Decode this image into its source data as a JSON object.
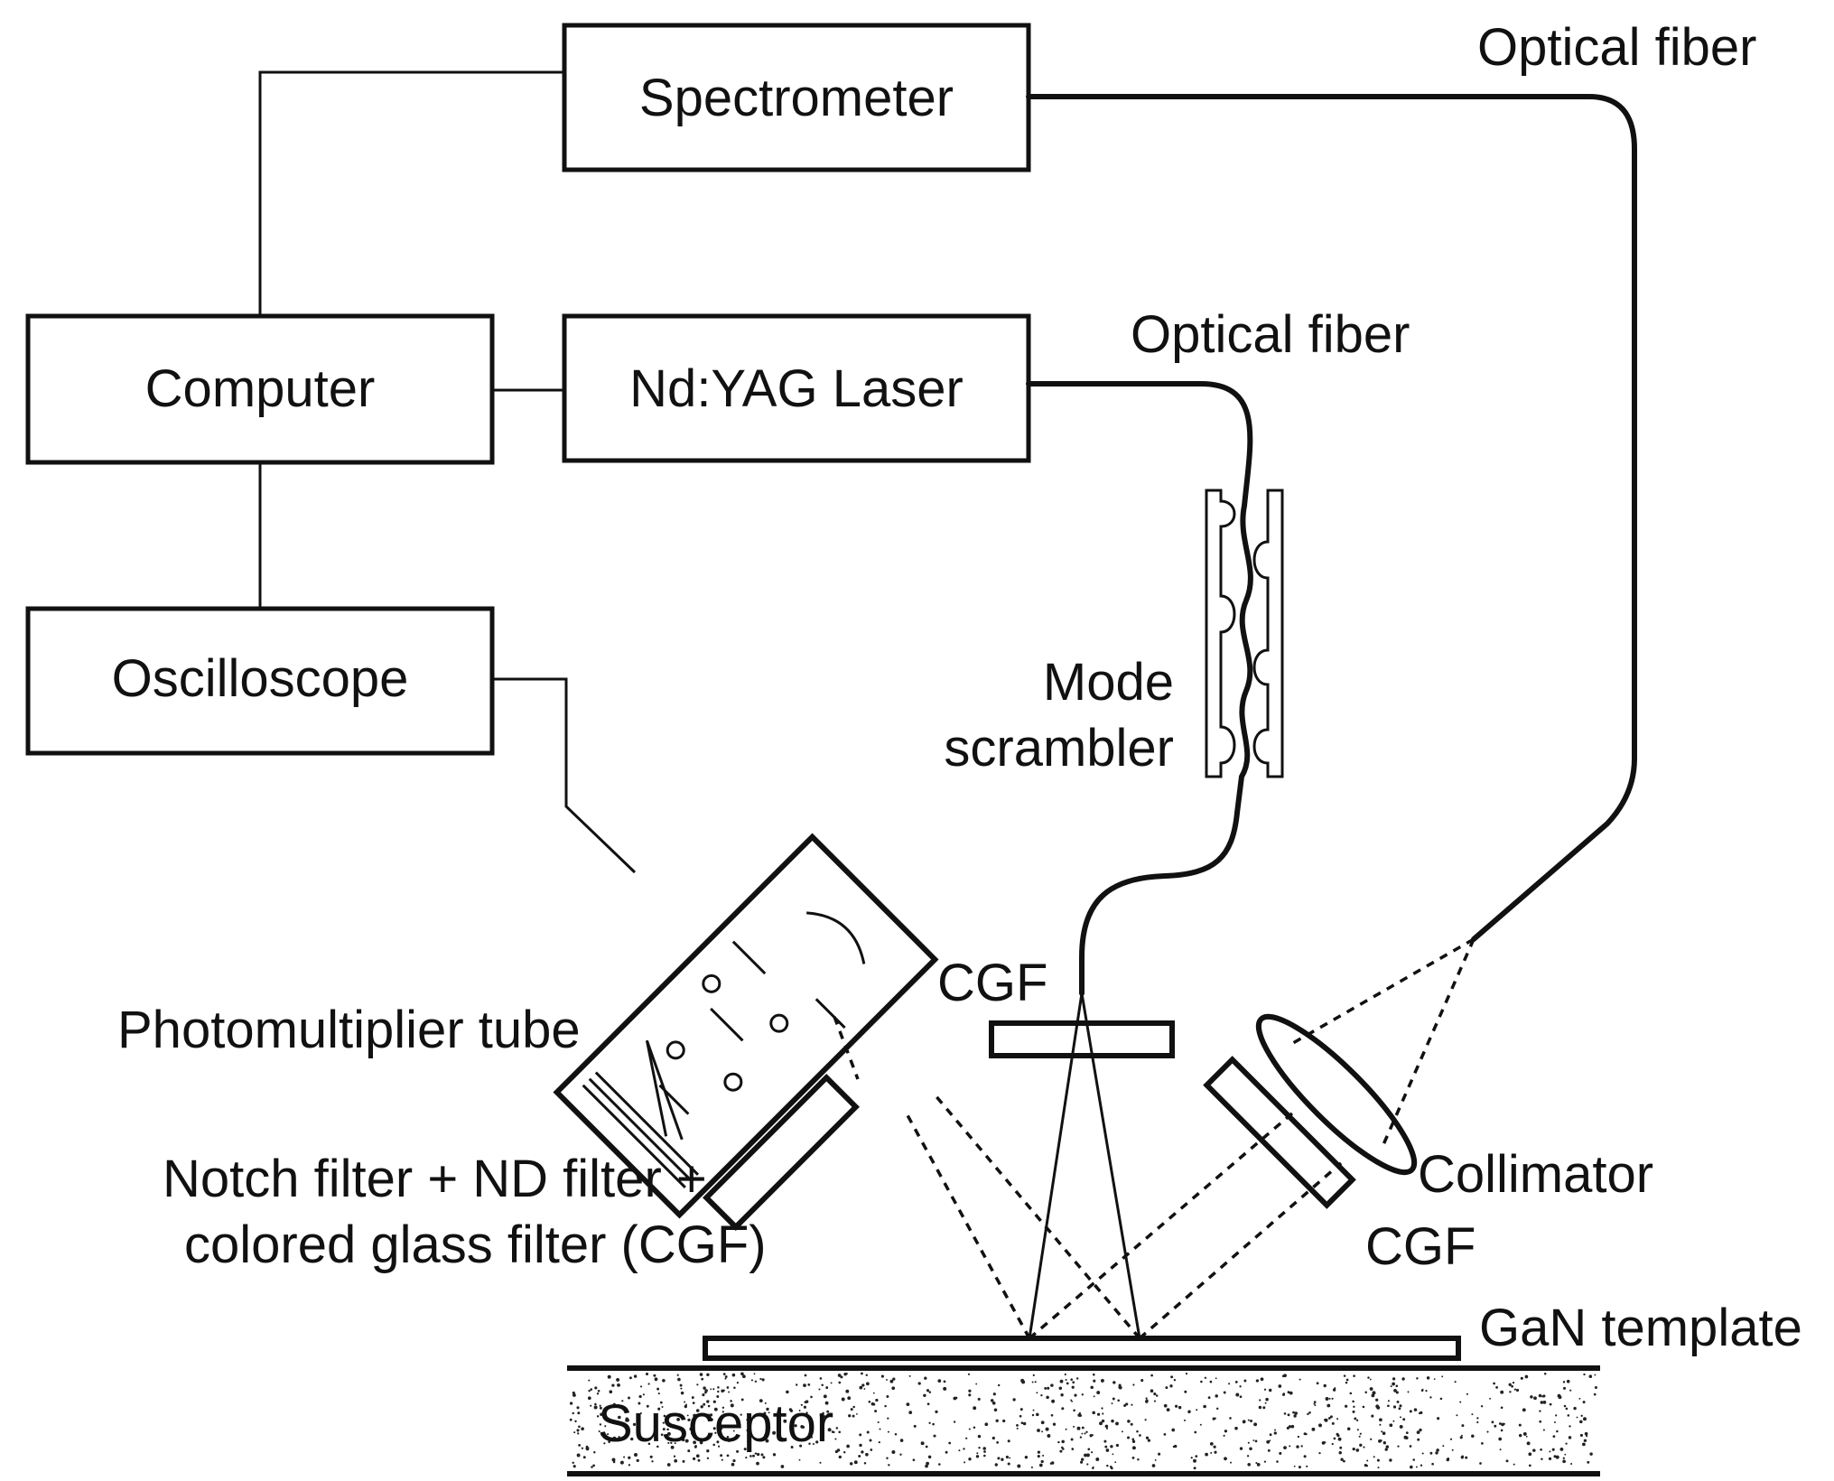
{
  "components": {
    "spectrometer": "Spectrometer",
    "computer": "Computer",
    "laser": "Nd:YAG Laser",
    "oscilloscope": "Oscilloscope"
  },
  "labels": {
    "fiber_top": "Optical fiber",
    "fiber_mid": "Optical fiber",
    "mode_scrambler_line1": "Mode",
    "mode_scrambler_line2": "scrambler",
    "pmt": "Photomultiplier tube",
    "cgf_center": "CGF",
    "filters_line1": "Notch filter + ND filter +",
    "filters_line2": "colored glass filter (CGF)",
    "collimator": "Collimator",
    "cgf_right": "CGF",
    "gan_template": "GaN template",
    "susceptor": "Susceptor"
  }
}
